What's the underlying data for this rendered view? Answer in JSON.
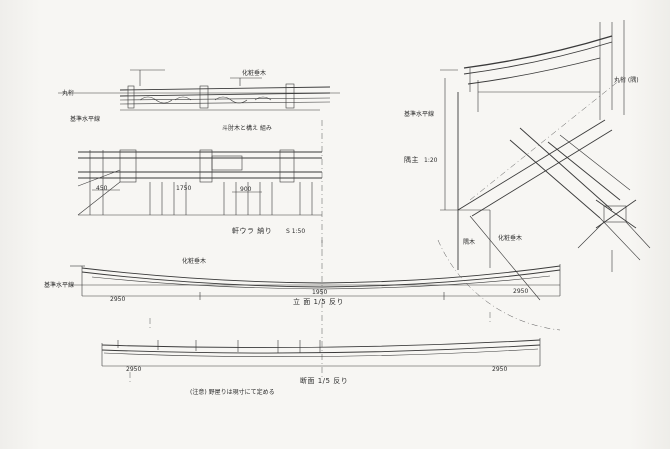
{
  "drawing": {
    "plan_caption": "軒ウラ 納り",
    "plan_scale": "S 1:50",
    "detail_caption": "隅主",
    "detail_scale": "1:20",
    "elevation_caption": "立 面 1/5 反り",
    "section_caption": "断面 1/5 反り",
    "footnote": "(注意) 野屋りは現寸にて定める",
    "top_note": "斗肘木と構え 組み",
    "left_note": "丸桁",
    "mid_note": "化粧垂木",
    "ground_note": "基準水平線",
    "dim_left": "2950",
    "dim_mid": "1950",
    "dim_right": "2950",
    "dim_plan_a": "450",
    "dim_plan_b": "1750",
    "dim_plan_c": "900",
    "detail_note_a": "隅木",
    "detail_note_b": "化粧垂木",
    "detail_note_c": "丸桁 (隅)"
  }
}
